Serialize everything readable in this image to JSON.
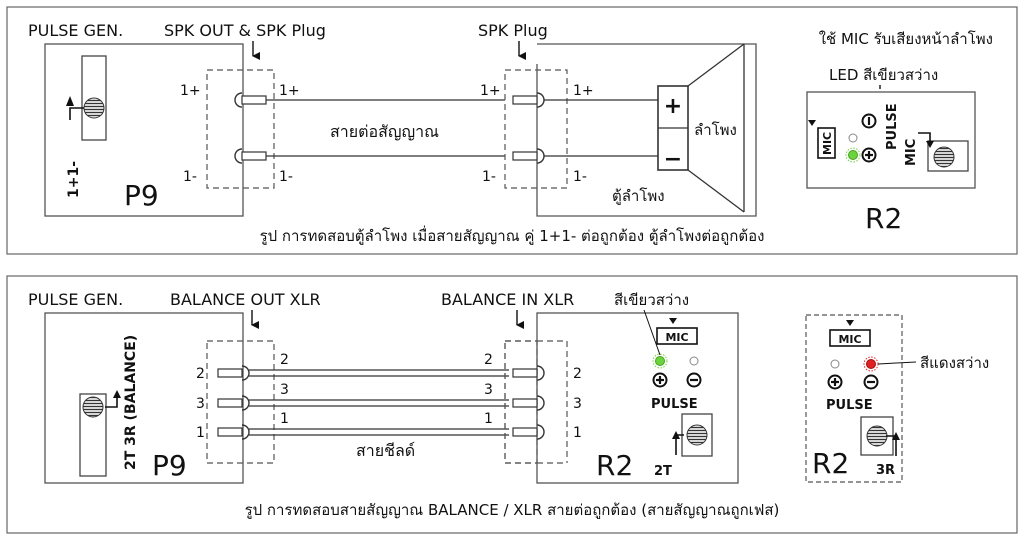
{
  "panel1": {
    "gen_title": "PULSE GEN.",
    "spk_out_label": "SPK OUT & SPK Plug",
    "spk_plug_label": "SPK  Plug",
    "mic_instruction": "ใช้ MIC รับเสียงหน้าลำโพง",
    "led_label": "LED สีเขียวสว่าง",
    "pin_1plus": "1+",
    "pin_1minus": "1-",
    "cable_label": "สายต่อสัญญาณ",
    "speaker_label": "ลำโพง",
    "cabinet_label": "ตู้ลำโพง",
    "plus_sign": "+",
    "minus_sign": "−",
    "device_p9": "P9",
    "device_r2": "R2",
    "mode_label": "1+1-",
    "mic_label": "MIC",
    "pulse_label": "PULSE",
    "caption": "รูป การทดสอบตู้ลำโพง เมื่อสายสัญญาณ คู่ 1+1- ต่อถูกต้อง ตู้ลำโพงต่อถูกต้อง"
  },
  "panel2": {
    "gen_title": "PULSE GEN.",
    "bal_out_label": "BALANCE OUT XLR",
    "bal_in_label": "BALANCE IN XLR",
    "green_label": "สีเขียวสว่าง",
    "red_label": "สีแดงสว่าง",
    "pin_2": "2",
    "pin_3": "3",
    "pin_1": "1",
    "shield_label": "สายชีลด์",
    "device_p9": "P9",
    "device_r2": "R2",
    "mode_label": "2T 3R (BALANCE)",
    "label_2t": "2T",
    "label_3r": "3R",
    "mic_label": "MIC",
    "pulse_label": "PULSE",
    "caption": "รูป การทดสอบสายสัญญาณ BALANCE / XLR สายต่อถูกต้อง (สายสัญญาณถูกเฟส)"
  },
  "colors": {
    "led_green": "#6ad43c",
    "led_red": "#e02020",
    "line": "#333333"
  }
}
